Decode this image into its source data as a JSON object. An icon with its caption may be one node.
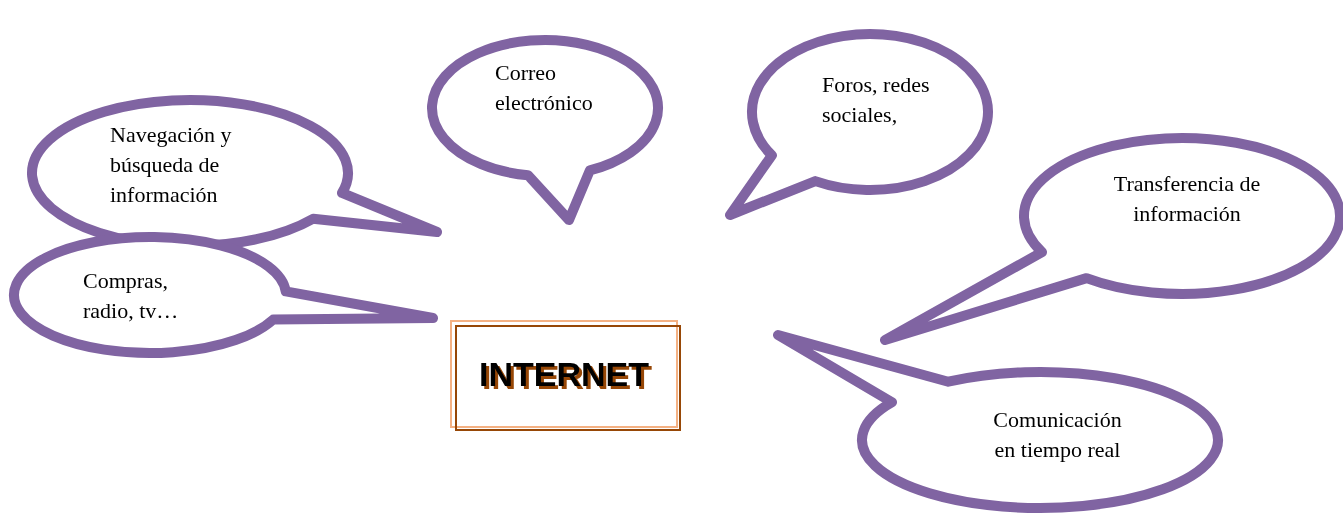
{
  "diagram": {
    "nodes": [
      {
        "text": [
          "Navegación y búsqueda de información"
        ]
      },
      {
        "text": [
          "Correo electrónico"
        ]
      },
      {
        "text": [
          "Foros, redes sociales,"
        ]
      },
      {
        "text": [
          "Transferencia de información"
        ]
      },
      {
        "text": [
          "Compras, radio, tv…"
        ]
      },
      {
        "text": [
          "INTERNET"
        ]
      },
      {
        "text": [
          "Comunicación en tiempo real"
        ]
      }
    ]
  }
}
